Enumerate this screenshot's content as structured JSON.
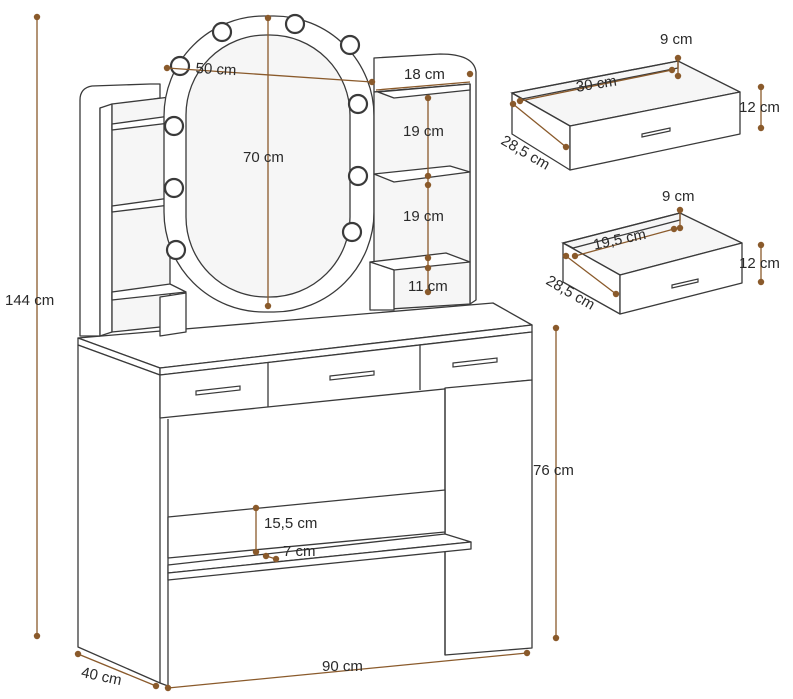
{
  "labels": {
    "total_height": "144 cm",
    "mirror_width": "50 cm",
    "mirror_height": "70 cm",
    "shelf_width": "18 cm",
    "shelf_gap_1": "19 cm",
    "shelf_gap_2": "19 cm",
    "shelf_gap_3": "11 cm",
    "big_drawer_depth_inner": "9 cm",
    "big_drawer_width": "30 cm",
    "big_drawer_height": "12 cm",
    "big_drawer_depth": "28,5 cm",
    "small_drawer_depth_inner": "9 cm",
    "small_drawer_width": "19,5 cm",
    "small_drawer_height": "12 cm",
    "small_drawer_depth": "28,5 cm",
    "table_height": "76 cm",
    "footrest_height": "15,5 cm",
    "footrest_depth": "7 cm",
    "table_width": "90 cm",
    "table_depth": "40 cm"
  },
  "colors": {
    "outline": "#3a3a3a",
    "dimension": "#8a5a2b",
    "background": "#ffffff"
  }
}
